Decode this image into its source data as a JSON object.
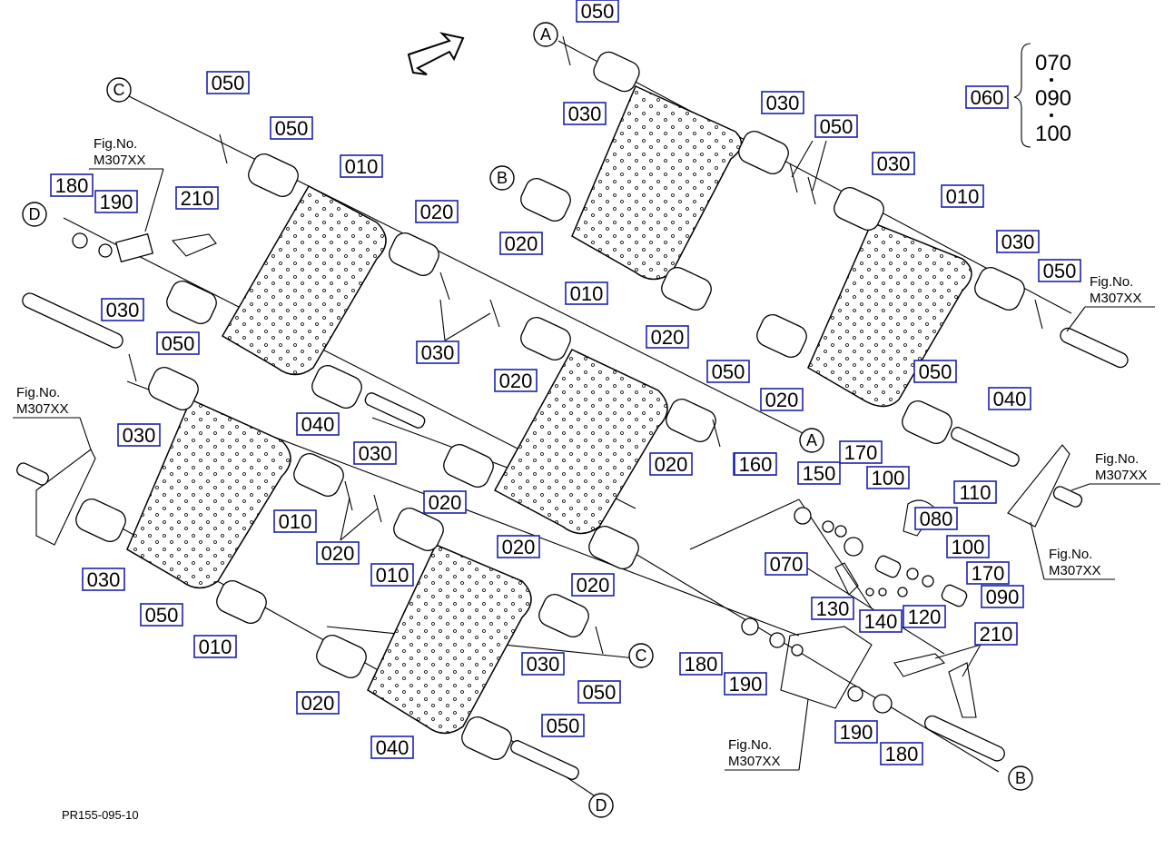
{
  "diagram_code": "PR155-095-10",
  "group_label": "060",
  "group_items": [
    "070",
    "090",
    "100"
  ],
  "fig_ref": {
    "line1": "Fig.No.",
    "line2": "M307XX"
  },
  "ref_letters": {
    "a": "A",
    "b": "B",
    "c": "C",
    "d": "D"
  },
  "labels": {
    "l01": "050",
    "l02": "030",
    "l03": "030",
    "l04": "050",
    "l05": "030",
    "l06": "020",
    "l07": "010",
    "l08": "020",
    "l09": "010",
    "l10": "030",
    "l11": "050",
    "l12": "020",
    "l13": "040",
    "l14": "050",
    "l15": "010",
    "l16": "180",
    "l17": "190",
    "l18": "210",
    "l19": "050",
    "l20": "020",
    "l21": "030",
    "l22": "050",
    "l23": "030",
    "l24": "020",
    "l25": "050",
    "l26": "030",
    "l27": "040",
    "l28": "030",
    "l29": "020",
    "l30": "030",
    "l31": "050",
    "l32": "020",
    "l33": "010",
    "l34": "020",
    "l35": "010",
    "l36": "020",
    "l37": "020",
    "l38": "030",
    "l39": "050",
    "l40": "010",
    "l41": "020",
    "l42": "040",
    "l43": "160",
    "l44": "150",
    "l45": "170",
    "l46": "100",
    "l47": "110",
    "l48": "080",
    "l49": "070",
    "l50": "100",
    "l51": "170",
    "l52": "090",
    "l53": "130",
    "l54": "140",
    "l55": "120",
    "l56": "210",
    "l57": "180",
    "l58": "190",
    "l59": "190",
    "l60": "180",
    "l61": "030",
    "l62": "050",
    "l63": "050"
  }
}
